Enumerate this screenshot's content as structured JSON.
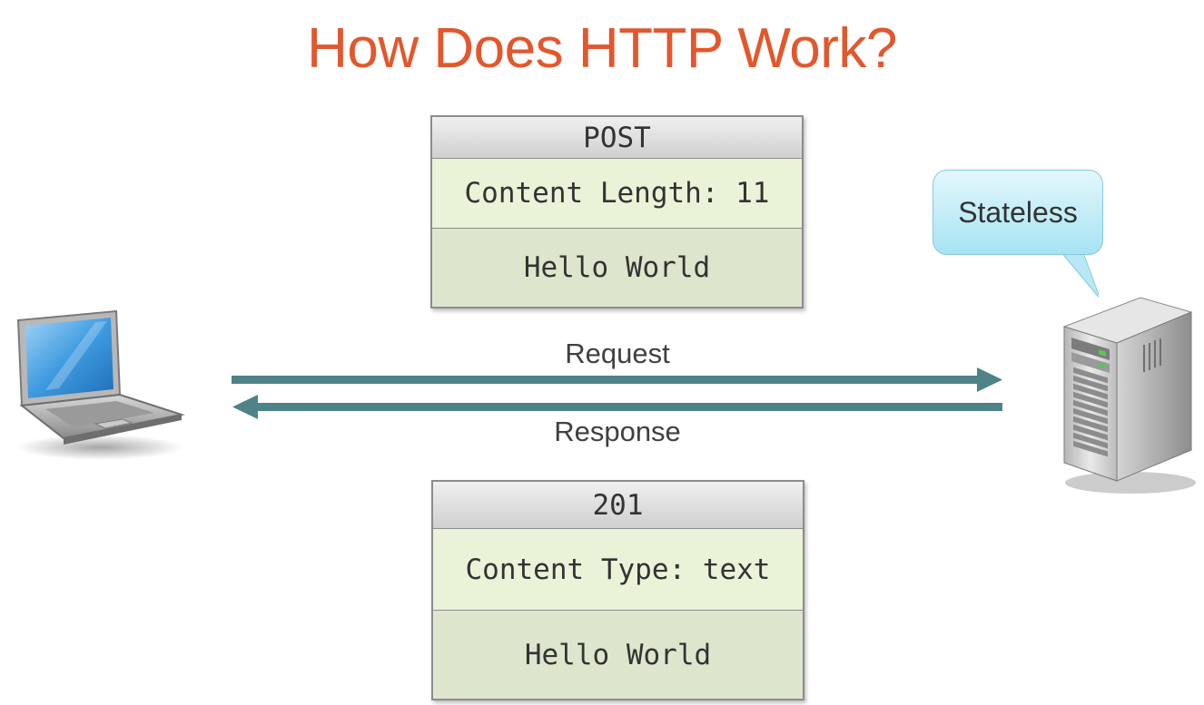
{
  "title": "How Does HTTP Work?",
  "colors": {
    "title": "#e2572c",
    "arrow": "#4e8388",
    "bubble": "#b6e8f5",
    "box_fill": "#dde6cc"
  },
  "request": {
    "method": "POST",
    "header": "Content Length: 11",
    "body": "Hello World",
    "arrow_label": "Request"
  },
  "response": {
    "status": "201",
    "header": "Content Type: text",
    "body": "Hello World",
    "arrow_label": "Response"
  },
  "server": {
    "callout": "Stateless",
    "icon": "server-tower-icon"
  },
  "client": {
    "icon": "laptop-icon"
  }
}
